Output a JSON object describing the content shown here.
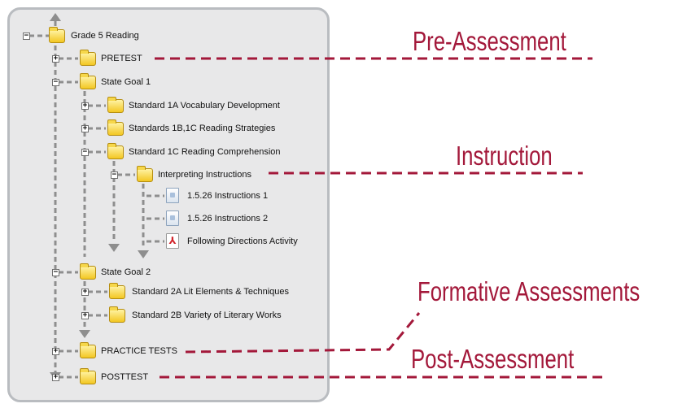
{
  "tree": {
    "root": "Grade 5 Reading",
    "pretest": "PRETEST",
    "state_goal_1": "State Goal 1",
    "std_1a": "Standard 1A Vocabulary Development",
    "std_1b1c": "Standards 1B,1C Reading Strategies",
    "std_1c": "Standard 1C Reading Comprehension",
    "interpreting": "Interpreting Instructions",
    "instr_1": "1.5.26 Instructions 1",
    "instr_2": "1.5.26 Instructions 2",
    "following": "Following Directions Activity",
    "state_goal_2": "State Goal 2",
    "std_2a": "Standard 2A Lit Elements & Techniques",
    "std_2b": "Standard 2B Variety of Literary Works",
    "practice": "PRACTICE TESTS",
    "posttest": "POSTTEST"
  },
  "callouts": {
    "pre": "Pre-Assessment",
    "instruction": "Instruction",
    "formative": "Formative Assessments",
    "post": "Post-Assessment"
  },
  "colors": {
    "callout": "#a3183a",
    "connector": "#8e8e8e",
    "panel_bg": "#e8e8e9",
    "panel_border": "#b9bcc0",
    "folder": "#f3c722"
  },
  "icons": {
    "folder": "folder-icon",
    "document": "document-icon",
    "pdf": "pdf-icon",
    "expand": "plus",
    "collapse": "minus"
  }
}
